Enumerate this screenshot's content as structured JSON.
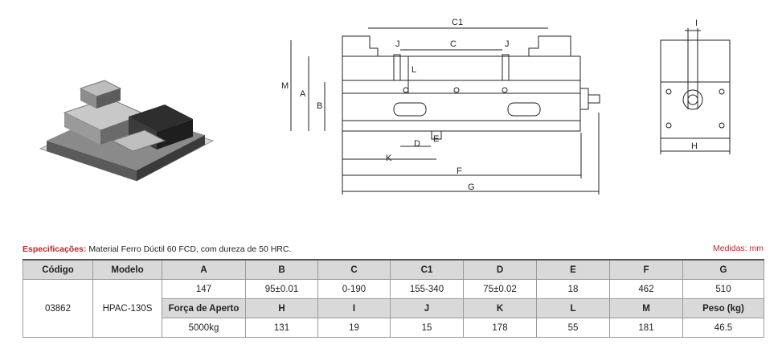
{
  "drawing": {
    "labels": {
      "C1": "C1",
      "C": "C",
      "J": "J",
      "L": "L",
      "M": "M",
      "A": "A",
      "B": "B",
      "D": "D",
      "E": "E",
      "K": "K",
      "F": "F",
      "G": "G",
      "I": "I",
      "H": "H"
    }
  },
  "spec": {
    "label": "Especificações:",
    "text": "Material Ferro Dúctil 60 FCD, com dureza de 50 HRC.",
    "units": "Medidas: mm"
  },
  "table": {
    "header": [
      "Código",
      "Modelo",
      "A",
      "B",
      "C",
      "C1",
      "D",
      "E",
      "F",
      "G"
    ],
    "row1": [
      "147",
      "95±0.01",
      "0-190",
      "155-340",
      "75±0.02",
      "18",
      "462",
      "510"
    ],
    "header2": [
      "Força de Aperto",
      "H",
      "I",
      "J",
      "K",
      "L",
      "M",
      "Peso (kg)"
    ],
    "row2": [
      "5000kg",
      "131",
      "19",
      "15",
      "178",
      "55",
      "181",
      "46.5"
    ],
    "codigo": "03862",
    "modelo": "HPAC-130S"
  }
}
